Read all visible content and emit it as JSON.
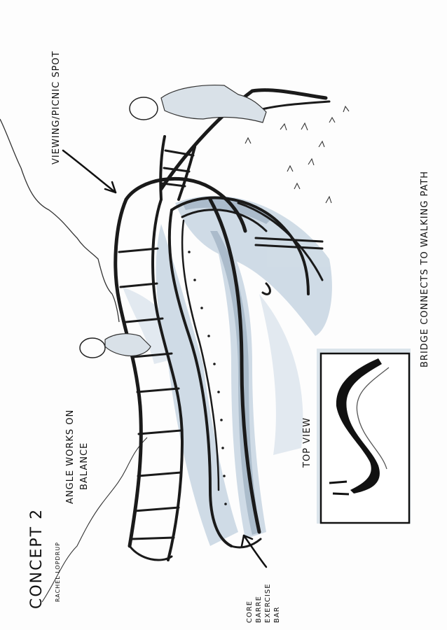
{
  "sheet": {
    "title": "CONCEPT 2",
    "author": "RACHEL LOPDRUP",
    "labels": {
      "viewing": "VIEWING/PICNIC SPOT",
      "angle_line1": "ANGLE WORKS ON",
      "angle_line2": "BALANCE",
      "core_line1": "CORE",
      "core_line2": "BARRE",
      "core_line3": "EXERCISE",
      "core_line4": "BAR",
      "top_view": "TOP VIEW",
      "bridge": "BRIDGE CONNECTS TO WALKING PATH"
    }
  },
  "colors": {
    "ink": "#111111",
    "marker_blue": "#b9cad8",
    "marker_dark": "#7e93a8",
    "paper": "#fdfdfd"
  }
}
